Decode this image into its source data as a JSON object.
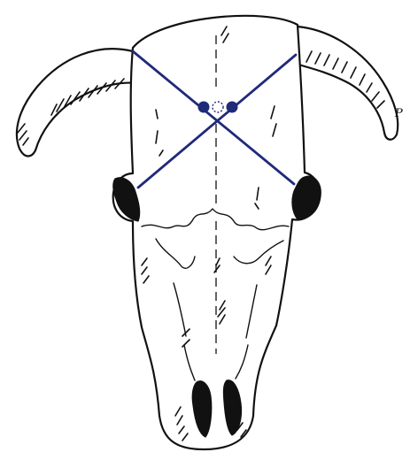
{
  "signature": "P",
  "colors": {
    "line": "#111111",
    "marker": "#1f2a7a",
    "background": "#ffffff"
  },
  "markers": {
    "line_count": 2,
    "point_count": 3
  }
}
